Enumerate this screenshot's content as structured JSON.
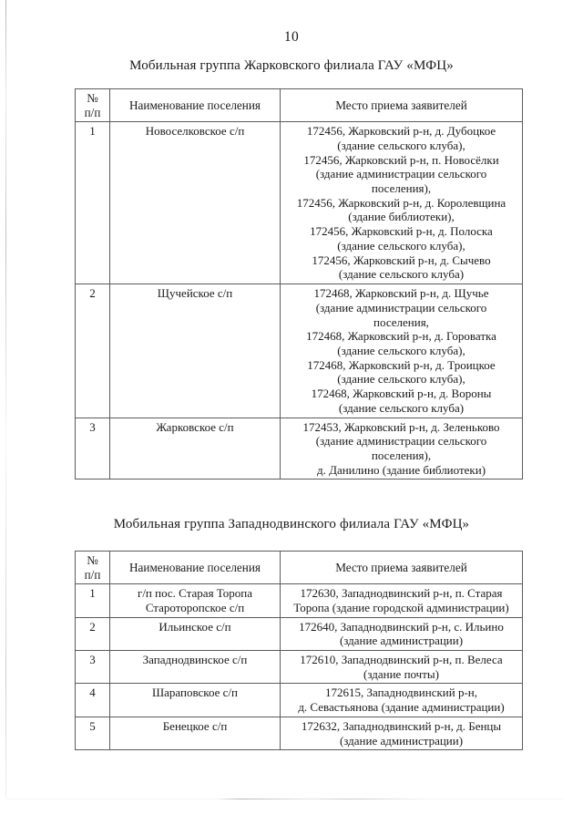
{
  "page": {
    "number": "10"
  },
  "sections": [
    {
      "title": "Мобильная группа Жарковского филиала ГАУ «МФЦ»",
      "table": {
        "headers": {
          "num_line1": "№",
          "num_line2": "п/п",
          "name": "Наименование поселения",
          "place": "Место приема заявителей"
        },
        "rows": [
          {
            "num": "1",
            "name": [
              "Новоселковское с/п"
            ],
            "place": [
              "172456, Жарковский р-н, д. Дубоцкое",
              "(здание сельского клуба),",
              "172456, Жарковский р-н, п. Новосёлки",
              "(здание администрации сельского",
              "поселения),",
              "172456, Жарковский р-н, д. Королевщина",
              "(здание библиотеки),",
              "172456, Жарковский р-н, д. Полоска",
              "(здание сельского клуба),",
              "172456, Жарковский р-н, д. Сычево",
              "(здание сельского клуба)"
            ]
          },
          {
            "num": "2",
            "name": [
              "Щучейское с/п"
            ],
            "place": [
              "172468,  Жарковский р-н, д. Щучье",
              "(здание администрации сельского",
              "поселения,",
              "172468,  Жарковский р-н, д. Гороватка",
              "(здание сельского клуба),",
              "172468,  Жарковский р-н, д. Троицкое",
              "(здание сельского клуба),",
              "172468,  Жарковский р-н, д. Вороны",
              "(здание сельского клуба)"
            ]
          },
          {
            "num": "3",
            "name": [
              "Жарковское с/п"
            ],
            "place": [
              "172453, Жарковский р-н, д. Зеленьково",
              "(здание администрации сельского",
              "поселения),",
              "д. Данилино (здание библиотеки)"
            ]
          }
        ]
      }
    },
    {
      "title": "Мобильная группа Западнодвинского филиала ГАУ «МФЦ»",
      "table": {
        "headers": {
          "num_line1": "№",
          "num_line2": "п/п",
          "name": "Наименование поселения",
          "place": "Место приема заявителей"
        },
        "rows": [
          {
            "num": "1",
            "name": [
              "г/п пос. Старая Торопа",
              "Староторопское с/п"
            ],
            "place": [
              "172630, Западнодвинский р-н, п. Старая",
              "Торопа (здание городской администрации)"
            ]
          },
          {
            "num": "2",
            "name": [
              "Ильинское с/п"
            ],
            "place": [
              "172640, Западнодвинский р-н, с. Ильино",
              "(здание администрации)"
            ]
          },
          {
            "num": "3",
            "name": [
              "Западнодвинское с/п"
            ],
            "place": [
              "172610, Западнодвинский р-н, п. Велеса",
              "(здание почты)"
            ]
          },
          {
            "num": "4",
            "name": [
              "Шараповское с/п"
            ],
            "place": [
              "172615, Западнодвинский р-н,",
              "д. Севастьянова (здание администрации)"
            ]
          },
          {
            "num": "5",
            "name": [
              "Бенецкое с/п"
            ],
            "place": [
              "172632, Западнодвинский р-н, д. Бенцы",
              "(здание администрации)"
            ]
          }
        ]
      }
    }
  ]
}
